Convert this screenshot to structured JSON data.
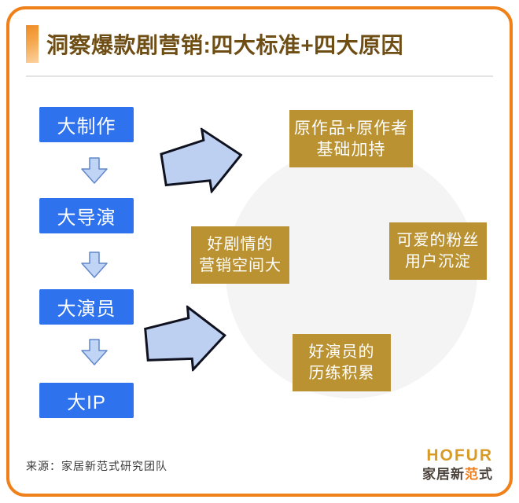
{
  "title": {
    "text": "洞察爆款剧营销:四大标准+四大原因"
  },
  "flow": {
    "steps": [
      {
        "label": "大制作"
      },
      {
        "label": "大导演"
      },
      {
        "label": "大演员"
      },
      {
        "label": "大IP"
      }
    ]
  },
  "reasons": [
    {
      "position": "top",
      "lines": [
        "原作品+原作者",
        "基础加持"
      ]
    },
    {
      "position": "left",
      "lines": [
        "好剧情的",
        "营销空间大"
      ]
    },
    {
      "position": "right",
      "lines": [
        "可爱的粉丝",
        "用户沉淀"
      ]
    },
    {
      "position": "bottom",
      "lines": [
        "好演员的",
        "历练积累"
      ]
    }
  ],
  "footer": {
    "source": "来源：家居新范式研究团队"
  },
  "logo": {
    "name": "HOFUR",
    "subtitle_parts": [
      "家居新",
      "范",
      "式"
    ]
  },
  "icons": {
    "down_arrow": "down-arrow-icon",
    "right_arrow": "right-arrow-icon"
  },
  "colors": {
    "frame_border": "#F08019",
    "title_text": "#6E4E15",
    "flow_box_blue": "#2E73ED",
    "reason_box_gold": "#BB9232",
    "arrow_fill": "#BDD0F2",
    "arrow_outline": "#10131F",
    "circle_gray": "#F4F4F4",
    "logo_gold": "#D89B28"
  }
}
